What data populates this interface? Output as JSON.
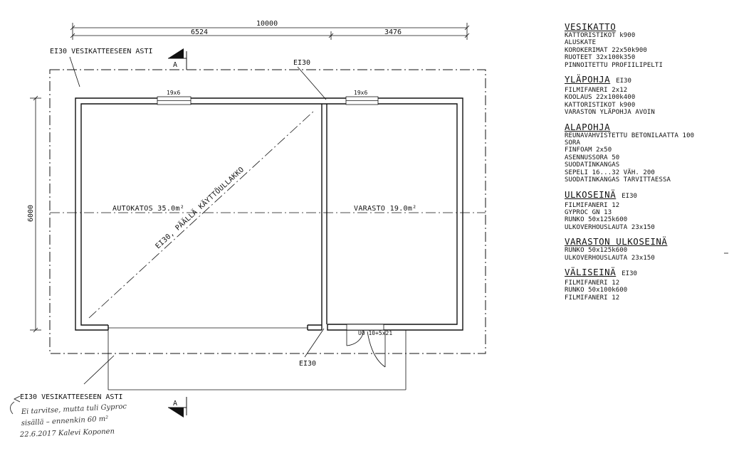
{
  "drawing": {
    "dim_total": "10000",
    "dim_left": "6524",
    "dim_right": "3476",
    "dim_height": "6000",
    "section_mark": "A",
    "fire_rating": "EI30",
    "note_top_left": "EI30 VESIKATTEESEEN ASTI",
    "note_bottom_left": "EI30 VESIKATTEESEEN ASTI",
    "window_1": "19x6",
    "window_2": "19x6",
    "door_label": "UO 10+5x21",
    "room_carport": "AUTOKATOS 35.0m²",
    "room_storage": "VARASTO 19.0m²",
    "diagonal_label": "EI30, PÄÄLLÄ KÄYTTÖULLAKKO",
    "handwritten_1": "Ei tarvitse, mutta tuli Gyproc",
    "handwritten_2": "sisällä – ennenkin 60 m²",
    "handwritten_3": "22.6.2017 Kalevi Koponen"
  },
  "spec": {
    "sections": [
      {
        "title": "VESIKATTO",
        "code": "",
        "lines": [
          "KATTORISTIKOT k900",
          "ALUSKATE",
          "KOROKERIMAT 22x50k900",
          "RUOTEET 32x100k350",
          "PINNOITETTU PROFIILIPELTI"
        ]
      },
      {
        "title": "YLÄPOHJA",
        "code": "EI30",
        "lines": [
          "FILMIFANERI 2x12",
          "KOOLAUS 22x100k400",
          "KATTORISTIKOT k900",
          "VARASTON YLÄPOHJA AVOIN"
        ]
      },
      {
        "title": "ALAPOHJA",
        "code": "",
        "lines": [
          "REUNAVAHVISTETTU BETONILAATTA 100",
          "SORA",
          "FINFOAM 2x50",
          "ASENNUSSORA 50",
          "SUODATINKANGAS",
          "SEPELI 16...32 VÄH. 200",
          "SUODATINKANGAS TARVITTAESSA"
        ]
      },
      {
        "title": "ULKOSEINÄ",
        "code": "EI30",
        "lines": [
          "FILMIFANERI 12",
          "GYPROC GN 13",
          "RUNKO 50x125k600",
          "ULKOVERHOUSLAUTA 23x150"
        ]
      },
      {
        "title": "VARASTON ULKOSEINÄ",
        "code": "",
        "lines": [
          "RUNKO 50x125k600",
          "ULKOVERHOUSLAUTA 23x150"
        ]
      },
      {
        "title": "VÄLISEINÄ",
        "code": "EI30",
        "lines": [
          "FILMIFANERI 12",
          "RUNKO 50x100k600",
          "FILMIFANERI 12"
        ]
      }
    ]
  }
}
